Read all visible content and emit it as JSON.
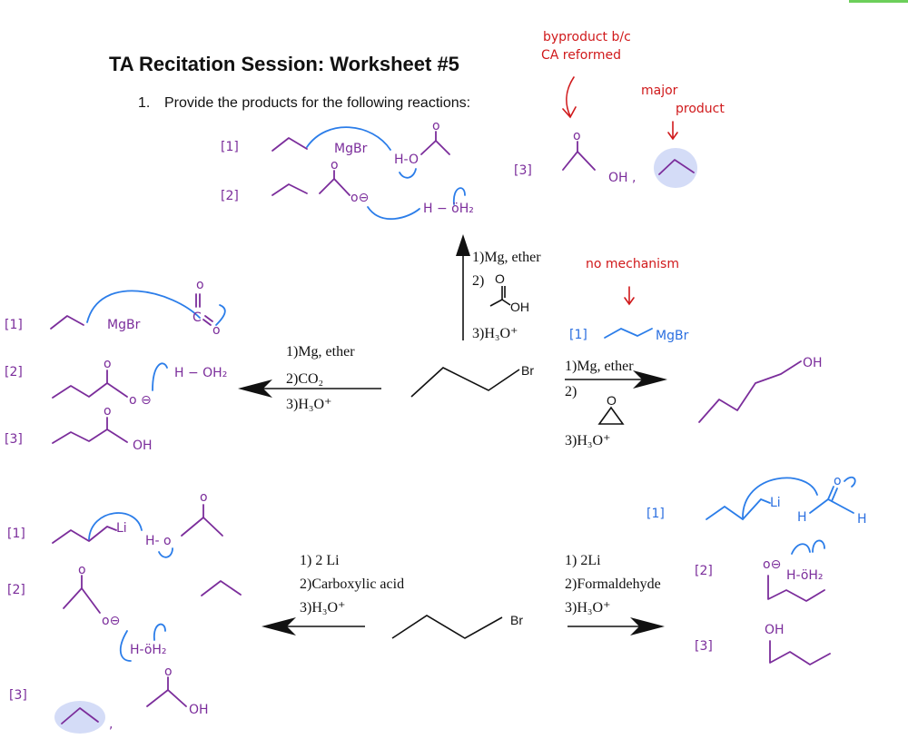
{
  "header": {
    "title": "TA Recitation Session: Worksheet #5",
    "question_number": "1.",
    "question": "Provide the products for the following reactions:",
    "accent_color": "#6ccf5a"
  },
  "starting_material": {
    "leaving_group": "Br"
  },
  "reactions": {
    "top": {
      "reagents": [
        "1)Mg, ether",
        "2)",
        "3)H₃O⁺"
      ],
      "reagent_oh": "OH",
      "reagent_o": "O",
      "annotations": {
        "s1": "[1]",
        "mgbr": "MgBr",
        "ho": "H-O",
        "o1": "o",
        "s2": "[2]",
        "o2": "o",
        "ominus": "o⊖",
        "hoh2": "H − öH₂",
        "s3": "[3]",
        "o3": "o",
        "oh": "OH ,",
        "note1": "byproduct b/c",
        "note2": "CA reformed",
        "note3": "major",
        "note4": "product"
      }
    },
    "left": {
      "reagents": [
        "1)Mg, ether",
        "2)CO₂",
        "3)H₃O⁺"
      ],
      "annotations": {
        "s1": "[1]",
        "mgbr": "MgBr",
        "c": "C",
        "o_top": "o",
        "o_bot": "o",
        "s2": "[2]",
        "o2": "o",
        "ominus": "o ⊖",
        "hoh2": "H − OH₂",
        "s3": "[3]",
        "o3": "o",
        "oh": "OH"
      }
    },
    "right": {
      "reagents": [
        "1)Mg, ether",
        "2)",
        "3)H₃O⁺"
      ],
      "epoxide_o": "O",
      "product_oh": "OH",
      "annotations": {
        "note": "no mechanism",
        "s1": "[1]",
        "mgbr": "MgBr"
      }
    },
    "bottom_left": {
      "reagents": [
        "1) 2 Li",
        "2)Carboxylic acid",
        "3)H₃O⁺"
      ],
      "annotations": {
        "s1": "[1]",
        "li": "Li",
        "ho": "H- o",
        "o1": "o",
        "s2": "[2]",
        "o2": "o",
        "ominus": "o⊖",
        "hoh2": "H-öH₂",
        "s3": "[3]",
        "comma": ",",
        "o3": "o",
        "oh": "OH"
      }
    },
    "bottom_right": {
      "reagents": [
        "1) 2Li",
        "2)Formaldehyde",
        "3)H₃O⁺"
      ],
      "annotations": {
        "s1": "[1]",
        "li": "Li",
        "h1": "H",
        "h2": "H",
        "o1": "o",
        "s2": "[2]",
        "ominus": "o⊖",
        "hoh2": "H-öH₂",
        "s3": "[3]",
        "oh": "OH"
      }
    }
  }
}
